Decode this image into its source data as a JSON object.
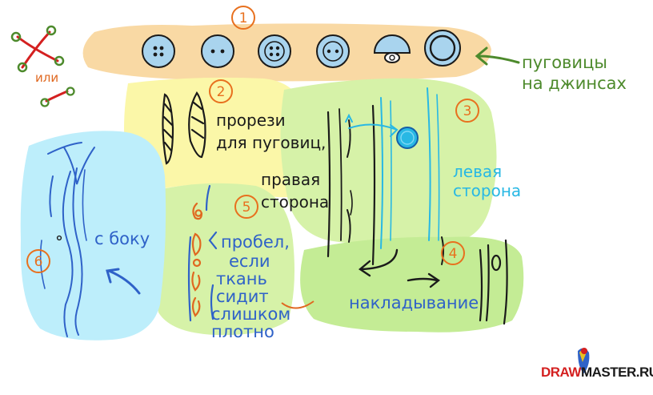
{
  "markers": [
    "1",
    "2",
    "3",
    "4",
    "5",
    "6"
  ],
  "labels": {
    "jeans_buttons": [
      "пуговицы",
      "на джинсах"
    ],
    "or": "или",
    "buttonholes": [
      "прорези",
      "для пуговиц,"
    ],
    "right_side": [
      "правая",
      "сторона"
    ],
    "left_side": [
      "левая",
      "сторона"
    ],
    "side_view": "с боку",
    "gap": [
      "пробел,",
      "если",
      "ткань",
      "сидит",
      "слишком",
      "плотно"
    ],
    "overlap": "накладывание"
  },
  "logo": {
    "part1": "DRAW",
    "part2": "MASTER.RU"
  },
  "colors": {
    "orange_blob": "#f9d9a4",
    "yellow_blob": "#fbf7a8",
    "green_blob": "#d6f2a8",
    "green_blob_dark": "#c4ec95",
    "cyan_blob": "#bdeefb",
    "button_fill": "#a9d4ee",
    "marker_orange": "#e8701e",
    "ink_black": "#1a1a1a",
    "ink_blue": "#2f62c8",
    "ink_cyan": "#28b8e4",
    "ink_green": "#4d8a2c"
  }
}
